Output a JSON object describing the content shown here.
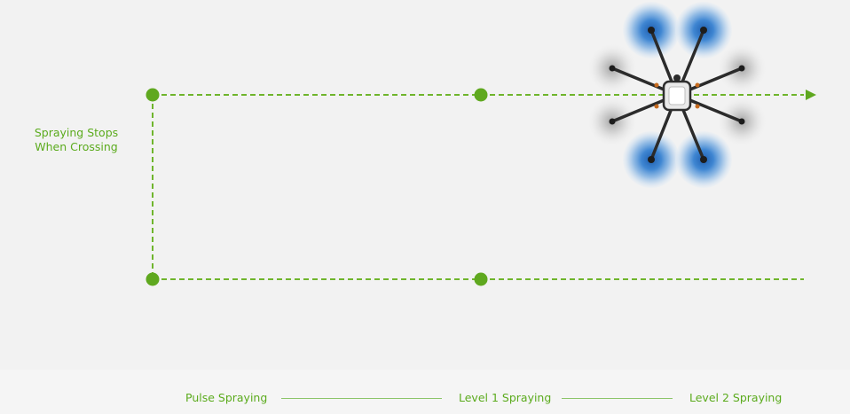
{
  "labels": {
    "side_line1": "Spraying Stops",
    "side_line2": "When Crossing"
  },
  "legend": {
    "pulse": "Pulse Spraying",
    "level1": "Level 1 Spraying",
    "level2": "Level 2 Spraying"
  },
  "colors": {
    "accent": "#5bab1d",
    "path": "#6fb52c",
    "background": "#f2f2f2"
  },
  "icons": {
    "drone": "drone-icon",
    "arrow": "arrow-right-icon"
  }
}
